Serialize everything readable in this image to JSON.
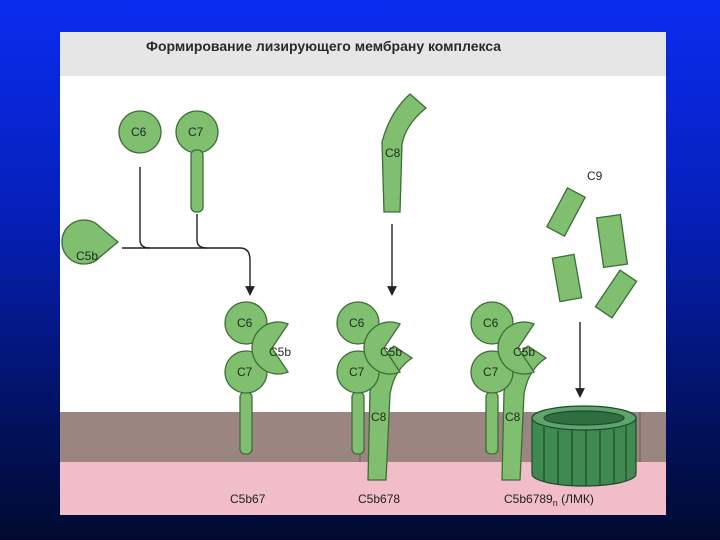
{
  "title": "Формирование лизирующего мембрану комплекса",
  "components": {
    "c6": "C6",
    "c7": "C7",
    "c8": "C8",
    "c9": "C9",
    "c5b": "C5b"
  },
  "stages": [
    {
      "caption": "C5b67"
    },
    {
      "caption": "C5b678"
    },
    {
      "caption_main": "C5b6789",
      "caption_sub": "n",
      "caption_tail": " (ЛМК)"
    }
  ],
  "colors": {
    "protein_fill": "#7fbf6f",
    "protein_stroke": "#3d6e36",
    "membrane_top": "#9b8580",
    "membrane_bottom": "#f0bdc8",
    "pore_fill": "#3f8a50",
    "slide_background": "#0a2cf0"
  }
}
